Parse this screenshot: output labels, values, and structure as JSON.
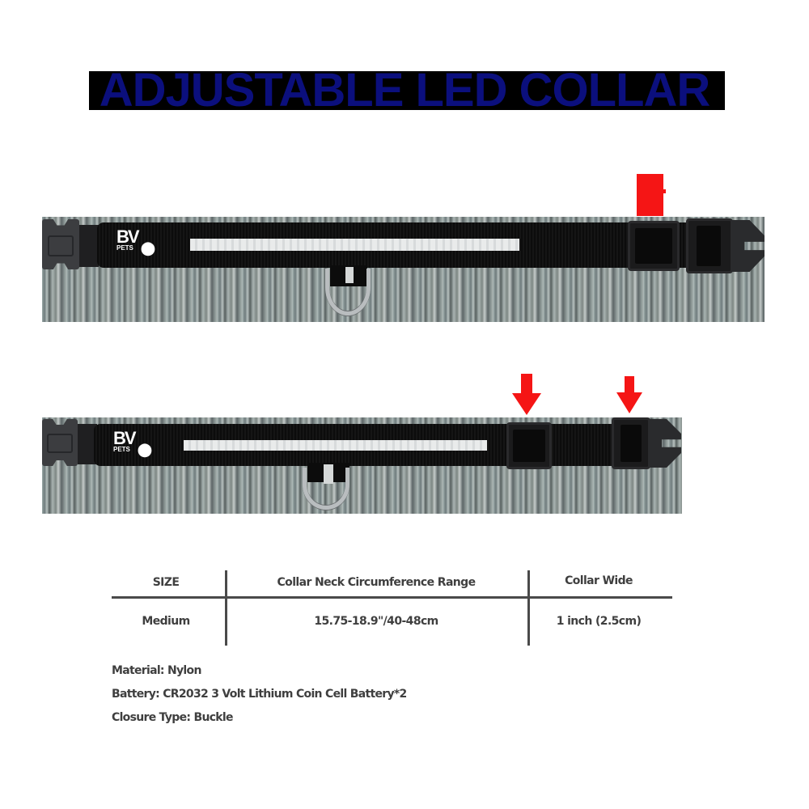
{
  "title": "ADJUSTABLE LED COLLAR",
  "colors": {
    "title": "#0b0f7d",
    "arrow": "#f51515",
    "strap": "#0c0c0c",
    "reflective_strip": "#e6e8e8",
    "text": "#3f3f3f",
    "table_lines": "#4a4a4a"
  },
  "collar_images": [
    {
      "id": "collar-1",
      "logo": {
        "brand": "BV",
        "sub": "PETS",
        "icon": "paw-icon"
      },
      "arrows": [
        {
          "icon": "red-arrow-down-icon",
          "target": "slider-buckle"
        }
      ]
    },
    {
      "id": "collar-2",
      "logo": {
        "brand": "BV",
        "sub": "PETS",
        "icon": "paw-icon"
      },
      "arrows": [
        {
          "icon": "red-arrow-down-icon",
          "target": "slider-buckle"
        },
        {
          "icon": "red-arrow-down-icon",
          "target": "male-buckle"
        }
      ]
    }
  ],
  "size_table": {
    "headers": [
      "SIZE",
      "Collar Neck Circumference Range",
      "Collar Wide"
    ],
    "rows": [
      [
        "Medium",
        "15.75-18.9\"/40-48cm",
        "1 inch (2.5cm)"
      ]
    ]
  },
  "specs": [
    "Material: Nylon",
    "Battery: CR2032 3 Volt Lithium Coin Cell Battery*2",
    "Closure Type: Buckle"
  ]
}
